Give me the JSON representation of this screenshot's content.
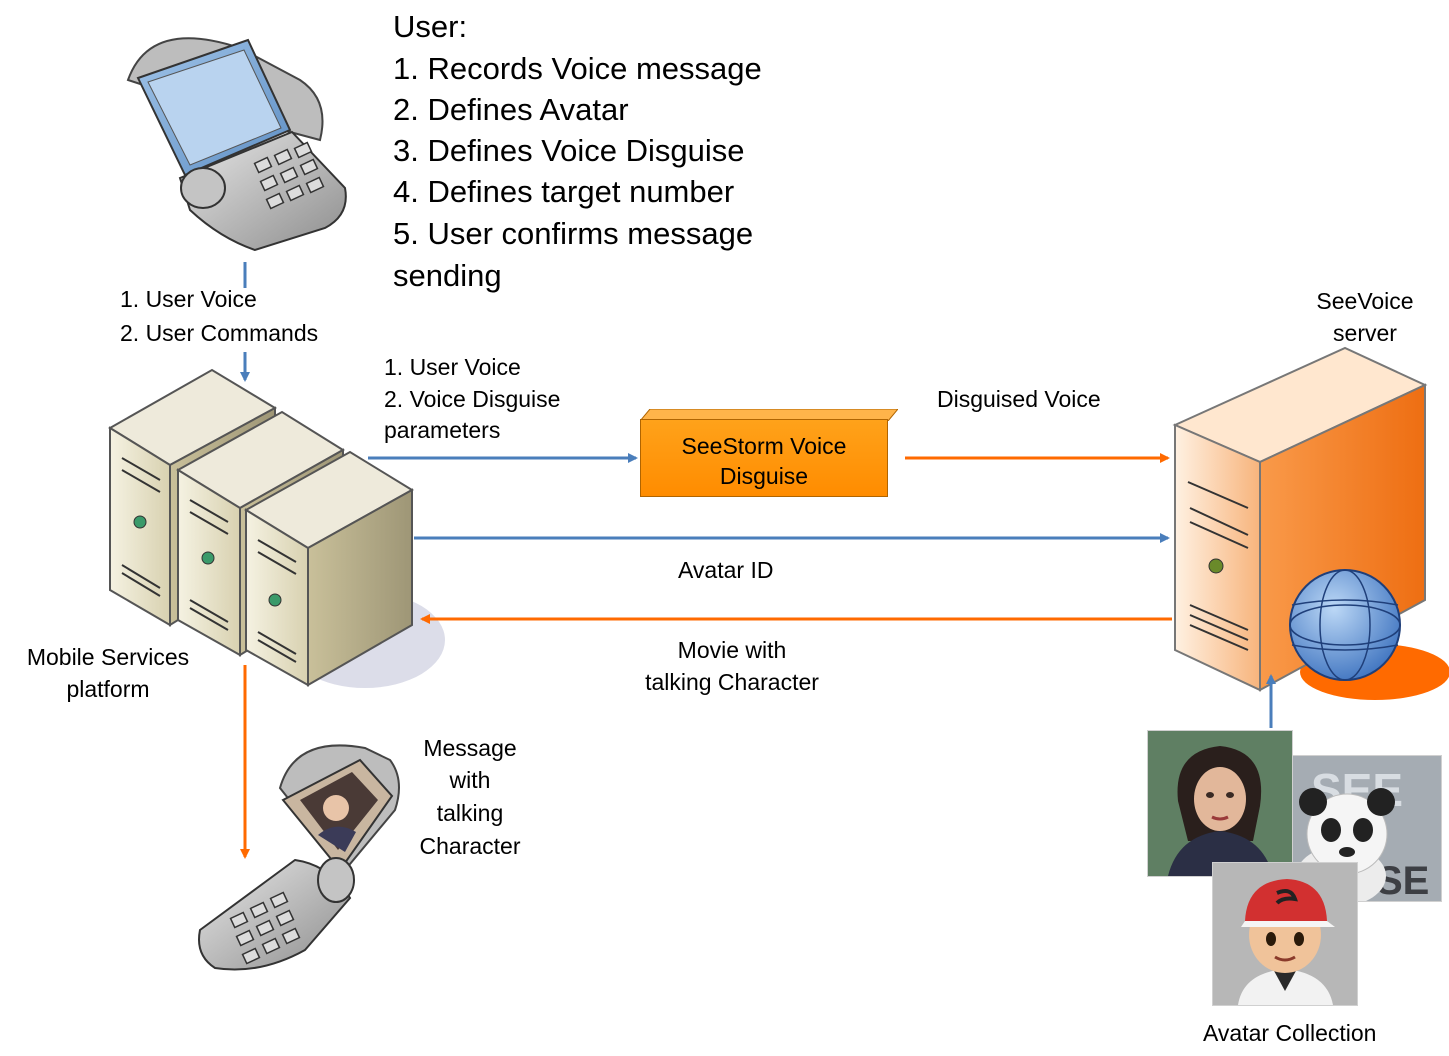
{
  "user_steps": {
    "heading": "User:",
    "items": [
      "1. Records Voice message",
      "2. Defines Avatar",
      "3. Defines Voice Disguise",
      "4. Defines target number",
      "5. User confirms message",
      "sending"
    ]
  },
  "labels": {
    "phone_to_platform": [
      "1. User Voice",
      "2. User Commands"
    ],
    "platform_to_disguise": [
      "1. User Voice",
      "2. Voice Disguise",
      "parameters"
    ],
    "disguised_voice": "Disguised Voice",
    "avatar_id": "Avatar ID",
    "movie": [
      "Movie with",
      "talking Character"
    ],
    "message": [
      "Message",
      "with",
      "talking",
      "Character"
    ],
    "platform": [
      "Mobile Services",
      "platform"
    ],
    "server": [
      "SeeVoice",
      "server"
    ],
    "avatar_collection": "Avatar Collection"
  },
  "disguise_box": [
    "SeeStorm Voice",
    "Disguise"
  ],
  "colors": {
    "blue_arrow": "#4a7ebb",
    "orange_arrow": "#ff6a00",
    "box_orange": "#ff9900"
  },
  "icons": [
    "mobile-phone-icon",
    "server-rack-icon",
    "seevoice-server-icon",
    "globe-icon",
    "avatar-woman-icon",
    "avatar-panda-icon",
    "avatar-boy-icon"
  ]
}
